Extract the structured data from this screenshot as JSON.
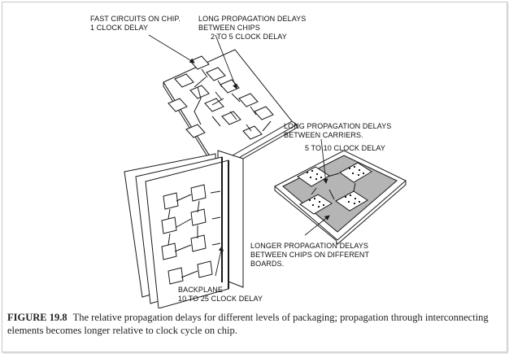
{
  "labels": {
    "fast_circuits_1": "FAST CIRCUITS ON CHIP.",
    "fast_circuits_2": "1 CLOCK DELAY",
    "long_chips_1": "LONG PROPAGATION DELAYS",
    "long_chips_2": "BETWEEN CHIPS",
    "long_chips_3": "2  TO 5 CLOCK DELAY",
    "long_carriers_1": "LONG PROPAGATION DELAYS",
    "long_carriers_2": "BETWEEN CARRIERS.",
    "long_carriers_3": "5 TO 10 CLOCK DELAY",
    "longer_boards_1": "LONGER PROPAGATION DELAYS",
    "longer_boards_2": "BETWEEN CHIPS ON DIFFERENT",
    "longer_boards_3": "BOARDS.",
    "backplane_1": "BACKPLANE",
    "backplane_2": "10 TO 25 CLOCK DELAY"
  },
  "caption": {
    "figure_number": "FIGURE 19.8",
    "text": "The relative propagation delays for different levels of packaging; propagation through interconnecting elements becomes longer relative to clock cycle on chip."
  },
  "colors": {
    "line": "#1a1a1a",
    "carrier_fill": "#b5b5b5",
    "board_fill": "#ffffff"
  }
}
